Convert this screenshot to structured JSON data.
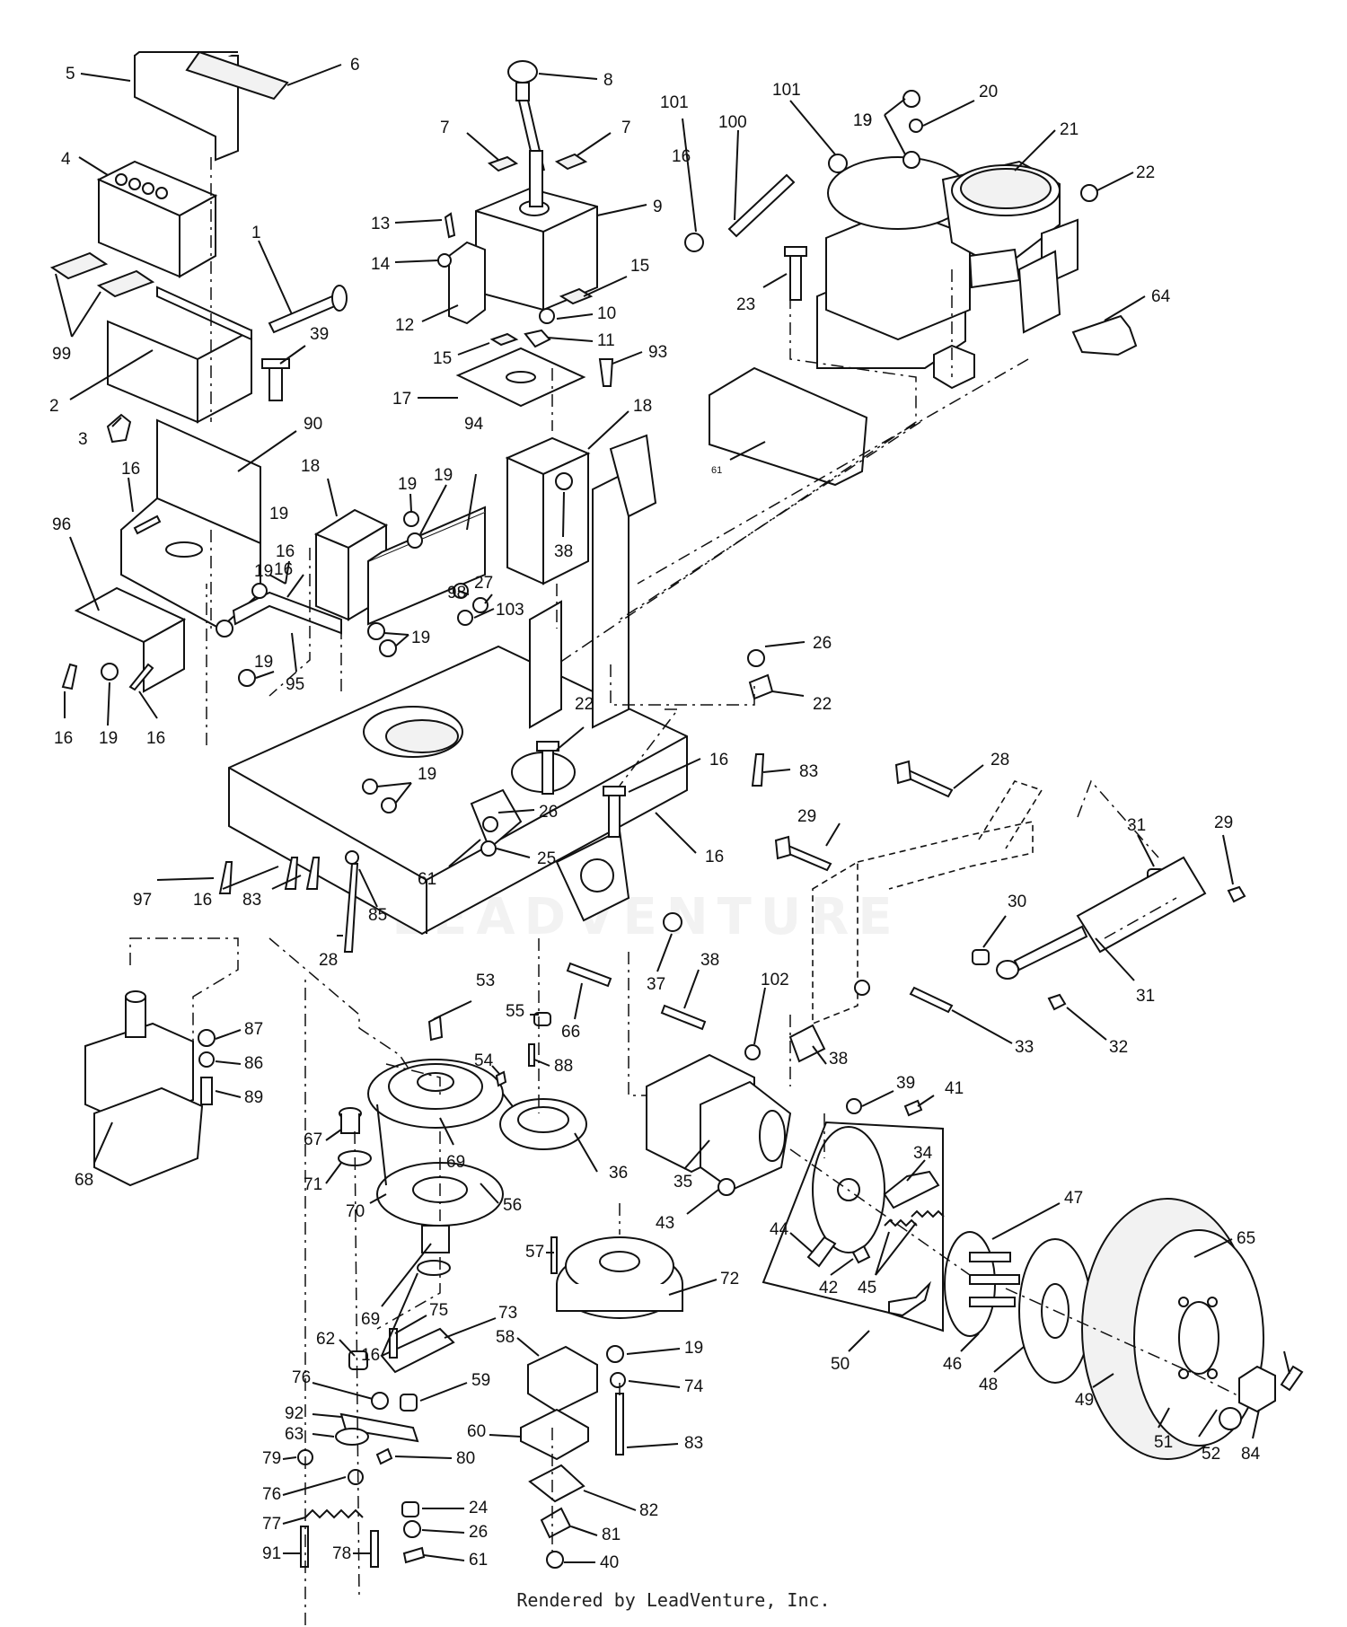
{
  "footer": {
    "credit": "Rendered by LeadVenture, Inc."
  },
  "watermark": {
    "text": "LEADVENTURE"
  },
  "callouts": [
    {
      "id": "c5",
      "label": "5"
    },
    {
      "id": "c6",
      "label": "6"
    },
    {
      "id": "c4",
      "label": "4"
    },
    {
      "id": "c1",
      "label": "1"
    },
    {
      "id": "c99",
      "label": "99"
    },
    {
      "id": "c2",
      "label": "2"
    },
    {
      "id": "c3",
      "label": "3"
    },
    {
      "id": "c39a",
      "label": "39"
    },
    {
      "id": "c90",
      "label": "90"
    },
    {
      "id": "c16a",
      "label": "16"
    },
    {
      "id": "c96",
      "label": "96"
    },
    {
      "id": "c16b",
      "label": "16"
    },
    {
      "id": "c19a",
      "label": "19"
    },
    {
      "id": "c16c",
      "label": "16"
    },
    {
      "id": "c8",
      "label": "8"
    },
    {
      "id": "c7a",
      "label": "7"
    },
    {
      "id": "c7b",
      "label": "7"
    },
    {
      "id": "c9",
      "label": "9"
    },
    {
      "id": "c13",
      "label": "13"
    },
    {
      "id": "c14",
      "label": "14"
    },
    {
      "id": "c15a",
      "label": "15"
    },
    {
      "id": "c10",
      "label": "10"
    },
    {
      "id": "c12",
      "label": "12"
    },
    {
      "id": "c11",
      "label": "11"
    },
    {
      "id": "c15b",
      "label": "15"
    },
    {
      "id": "c93",
      "label": "93"
    },
    {
      "id": "c17",
      "label": "17"
    },
    {
      "id": "c18a",
      "label": "18"
    },
    {
      "id": "c18b",
      "label": "18"
    },
    {
      "id": "c94",
      "label": "94"
    },
    {
      "id": "c19b",
      "label": "19"
    },
    {
      "id": "c19c",
      "label": "19"
    },
    {
      "id": "c19d",
      "label": "19"
    },
    {
      "id": "c16d",
      "label": "16"
    },
    {
      "id": "c38a",
      "label": "38"
    },
    {
      "id": "c98",
      "label": "98"
    },
    {
      "id": "c27",
      "label": "27"
    },
    {
      "id": "c103",
      "label": "103"
    },
    {
      "id": "c19e",
      "label": "19"
    },
    {
      "id": "c19f",
      "label": "19"
    },
    {
      "id": "c95",
      "label": "95"
    },
    {
      "id": "c16e",
      "label": "16"
    },
    {
      "id": "c19g",
      "label": "19"
    },
    {
      "id": "c16f",
      "label": "16"
    },
    {
      "id": "c101a",
      "label": "101"
    },
    {
      "id": "c101b",
      "label": "101"
    },
    {
      "id": "c100",
      "label": "100"
    },
    {
      "id": "c19h",
      "label": "19"
    },
    {
      "id": "c20",
      "label": "20"
    },
    {
      "id": "c21",
      "label": "21"
    },
    {
      "id": "c19i",
      "label": "19"
    },
    {
      "id": "c22a",
      "label": "22"
    },
    {
      "id": "c23",
      "label": "23"
    },
    {
      "id": "c64",
      "label": "64"
    },
    {
      "id": "c61a",
      "label": "61"
    },
    {
      "id": "c26a",
      "label": "26"
    },
    {
      "id": "c22b",
      "label": "22"
    },
    {
      "id": "c22c",
      "label": "22"
    },
    {
      "id": "c16g",
      "label": "16"
    },
    {
      "id": "c83a",
      "label": "83"
    },
    {
      "id": "c19j",
      "label": "19"
    },
    {
      "id": "c26b",
      "label": "26"
    },
    {
      "id": "c61b",
      "label": "61"
    },
    {
      "id": "c25",
      "label": "25"
    },
    {
      "id": "c16h",
      "label": "16"
    },
    {
      "id": "c97",
      "label": "97"
    },
    {
      "id": "c16i",
      "label": "16"
    },
    {
      "id": "c83b",
      "label": "83"
    },
    {
      "id": "c85",
      "label": "85"
    },
    {
      "id": "c28a",
      "label": "28"
    },
    {
      "id": "c28b",
      "label": "28"
    },
    {
      "id": "c29a",
      "label": "29"
    },
    {
      "id": "c31a",
      "label": "31"
    },
    {
      "id": "c29b",
      "label": "29"
    },
    {
      "id": "c30",
      "label": "30"
    },
    {
      "id": "c31b",
      "label": "31"
    },
    {
      "id": "c32",
      "label": "32"
    },
    {
      "id": "c33",
      "label": "33"
    },
    {
      "id": "c37",
      "label": "37"
    },
    {
      "id": "c38b",
      "label": "38"
    },
    {
      "id": "c102",
      "label": "102"
    },
    {
      "id": "c66",
      "label": "66"
    },
    {
      "id": "c53",
      "label": "53"
    },
    {
      "id": "c55",
      "label": "55"
    },
    {
      "id": "c54",
      "label": "54"
    },
    {
      "id": "c88",
      "label": "88"
    },
    {
      "id": "c87",
      "label": "87"
    },
    {
      "id": "c86",
      "label": "86"
    },
    {
      "id": "c89",
      "label": "89"
    },
    {
      "id": "c68",
      "label": "68"
    },
    {
      "id": "c67",
      "label": "67"
    },
    {
      "id": "c69a",
      "label": "69"
    },
    {
      "id": "c71",
      "label": "71"
    },
    {
      "id": "c70",
      "label": "70"
    },
    {
      "id": "c56",
      "label": "56"
    },
    {
      "id": "c36",
      "label": "36"
    },
    {
      "id": "c38c",
      "label": "38"
    },
    {
      "id": "c39b",
      "label": "39"
    },
    {
      "id": "c41",
      "label": "41"
    },
    {
      "id": "c34",
      "label": "34"
    },
    {
      "id": "c35",
      "label": "35"
    },
    {
      "id": "c43",
      "label": "43"
    },
    {
      "id": "c44",
      "label": "44"
    },
    {
      "id": "c42",
      "label": "42"
    },
    {
      "id": "c45",
      "label": "45"
    },
    {
      "id": "c47",
      "label": "47"
    },
    {
      "id": "c65",
      "label": "65"
    },
    {
      "id": "c57",
      "label": "57"
    },
    {
      "id": "c72",
      "label": "72"
    },
    {
      "id": "c69b",
      "label": "69"
    },
    {
      "id": "c16j",
      "label": "16"
    },
    {
      "id": "c75",
      "label": "75"
    },
    {
      "id": "c73",
      "label": "73"
    },
    {
      "id": "c62",
      "label": "62"
    },
    {
      "id": "c58",
      "label": "58"
    },
    {
      "id": "c19k",
      "label": "19"
    },
    {
      "id": "c76a",
      "label": "76"
    },
    {
      "id": "c59",
      "label": "59"
    },
    {
      "id": "c74",
      "label": "74"
    },
    {
      "id": "c92",
      "label": "92"
    },
    {
      "id": "c63",
      "label": "63"
    },
    {
      "id": "c60",
      "label": "60"
    },
    {
      "id": "c83c",
      "label": "83"
    },
    {
      "id": "c79",
      "label": "79"
    },
    {
      "id": "c80",
      "label": "80"
    },
    {
      "id": "c76b",
      "label": "76"
    },
    {
      "id": "c24",
      "label": "24"
    },
    {
      "id": "c82",
      "label": "82"
    },
    {
      "id": "c77",
      "label": "77"
    },
    {
      "id": "c26c",
      "label": "26"
    },
    {
      "id": "c81",
      "label": "81"
    },
    {
      "id": "c91",
      "label": "91"
    },
    {
      "id": "c78",
      "label": "78"
    },
    {
      "id": "c61c",
      "label": "61"
    },
    {
      "id": "c40",
      "label": "40"
    },
    {
      "id": "c50",
      "label": "50"
    },
    {
      "id": "c46",
      "label": "46"
    },
    {
      "id": "c48",
      "label": "48"
    },
    {
      "id": "c49",
      "label": "49"
    },
    {
      "id": "c51",
      "label": "51"
    },
    {
      "id": "c52",
      "label": "52"
    },
    {
      "id": "c84",
      "label": "84"
    }
  ]
}
